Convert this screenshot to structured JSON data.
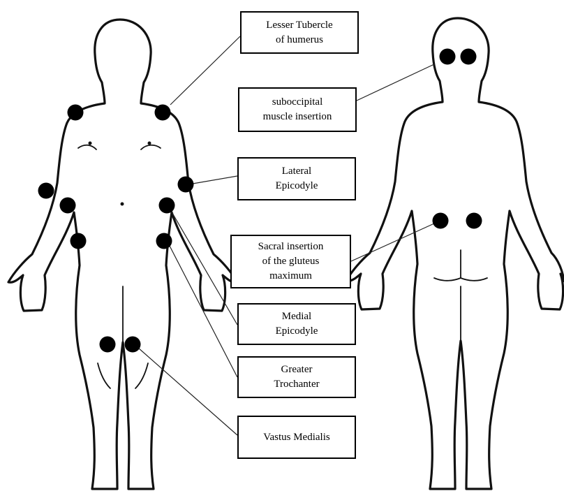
{
  "labels": {
    "lesser_tubercle": "Lesser Tubercle\nof humerus",
    "suboccipital": "suboccipital\nmuscle insertion",
    "lateral_epicodyle": "Lateral\nEpicodyle",
    "sacral_insertion": "Sacral insertion\nof the gluteus\nmaximum",
    "medial_epicodyle": "Medial\nEpicodyle",
    "greater_trochanter": "Greater\nTrochanter",
    "vastus_medialis": "Vastus Medialis"
  },
  "colors": {
    "point": "#000000",
    "outline": "#111111",
    "box_border": "#000000",
    "background": "#ffffff"
  }
}
